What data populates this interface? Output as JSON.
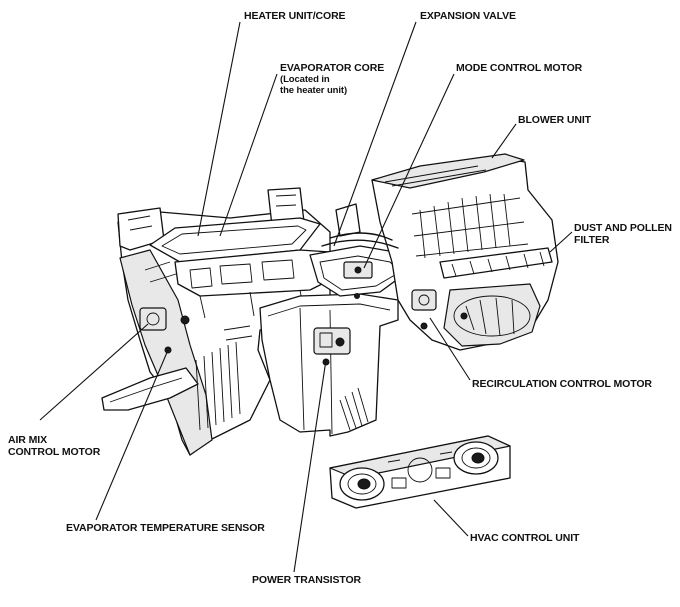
{
  "labels": {
    "heater_unit_core": "HEATER UNIT/CORE",
    "expansion_valve": "EXPANSION VALVE",
    "evaporator_core": "EVAPORATOR CORE",
    "evaporator_core_note_1": "(Located in",
    "evaporator_core_note_2": "the heater unit)",
    "mode_control_motor": "MODE CONTROL MOTOR",
    "blower_unit": "BLOWER UNIT",
    "dust_pollen_filter_1": "DUST AND POLLEN",
    "dust_pollen_filter_2": "FILTER",
    "recirculation_control_motor": "RECIRCULATION CONTROL MOTOR",
    "air_mix_control_motor_1": "AIR MIX",
    "air_mix_control_motor_2": "CONTROL MOTOR",
    "evaporator_temperature_sensor": "EVAPORATOR TEMPERATURE SENSOR",
    "hvac_control_unit": "HVAC CONTROL UNIT",
    "power_transistor": "POWER TRANSISTOR"
  }
}
